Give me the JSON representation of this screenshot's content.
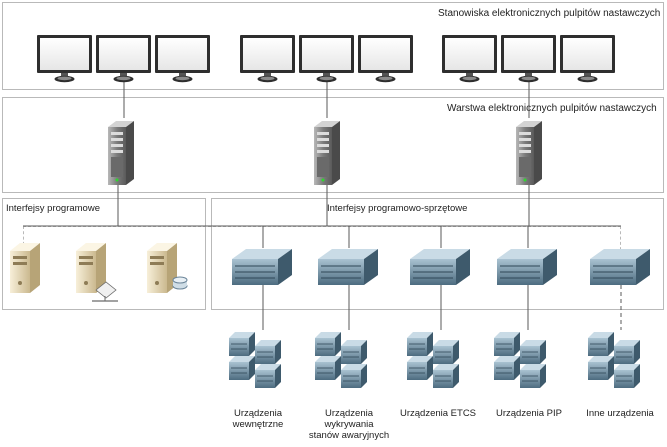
{
  "layers": {
    "workstations": "Stanowiska elektronicznych pulpitów nastawczych",
    "servers": "Warstwa elektronicznych pulpitów nastawczych"
  },
  "groups": {
    "software": "Interfejsy programowe",
    "hardware": "Interfejsy programowo-sprzętowe"
  },
  "devices": [
    {
      "label_line1": "Urządzenia",
      "label_line2": "wewnętrzne",
      "label_line3": ""
    },
    {
      "label_line1": "Urządzenia",
      "label_line2": "wykrywania",
      "label_line3": "stanów awaryjnych"
    },
    {
      "label_line1": "Urządzenia ETCS",
      "label_line2": "",
      "label_line3": ""
    },
    {
      "label_line1": "Urządzenia PIP",
      "label_line2": "",
      "label_line3": ""
    },
    {
      "label_line1": "Inne urządzenia",
      "label_line2": "",
      "label_line3": ""
    }
  ],
  "colors": {
    "border": "#b9b9b9",
    "monitor_frame": "#3a3a3a",
    "server_tower": "#8a8a8a",
    "rack": "#6d8fa3",
    "pc": "#e8dcc0"
  }
}
